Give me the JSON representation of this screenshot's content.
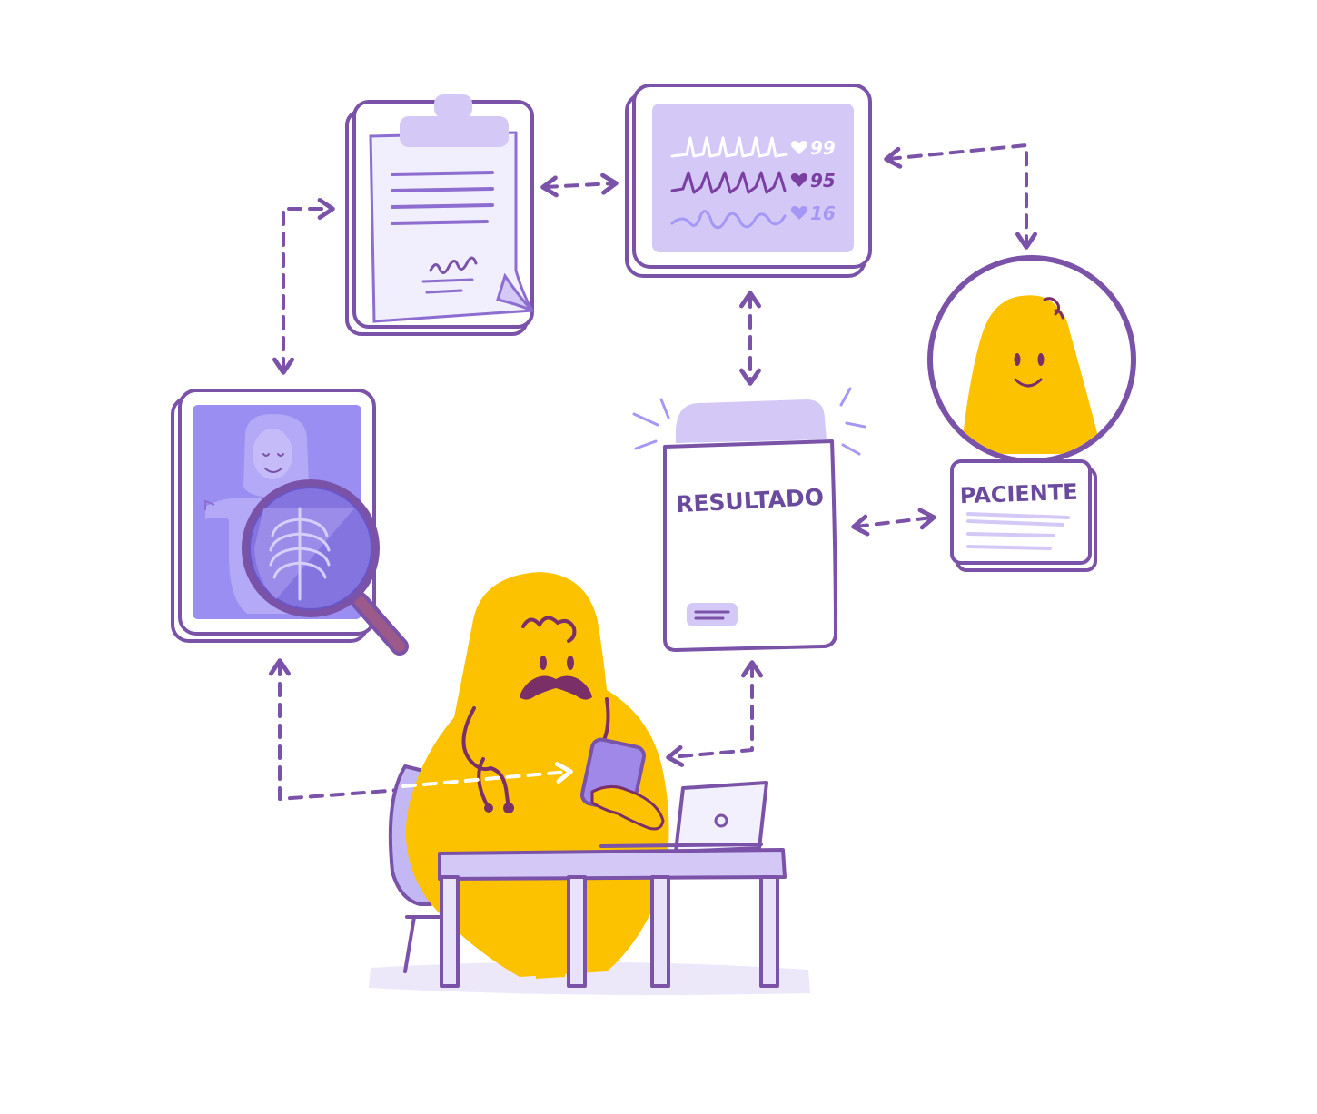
{
  "labels": {
    "resultado": "RESULTADO",
    "paciente": "PACIENTE"
  },
  "monitor": {
    "readings": [
      "99",
      "95",
      "16"
    ]
  },
  "colors": {
    "outline": "#7a52a8",
    "lavender": "#d4c8f7",
    "lavender_light": "#e8e2fb",
    "violet": "#a497f5",
    "xray_bg": "#9a8ef2",
    "yellow": "#fcc200",
    "plum": "#7a2f68"
  },
  "icons": {
    "heart": "heart-icon",
    "magnifier": "magnifying-glass-icon",
    "stethoscope": "stethoscope-icon",
    "phone": "smartphone-icon",
    "laptop": "laptop-icon"
  }
}
